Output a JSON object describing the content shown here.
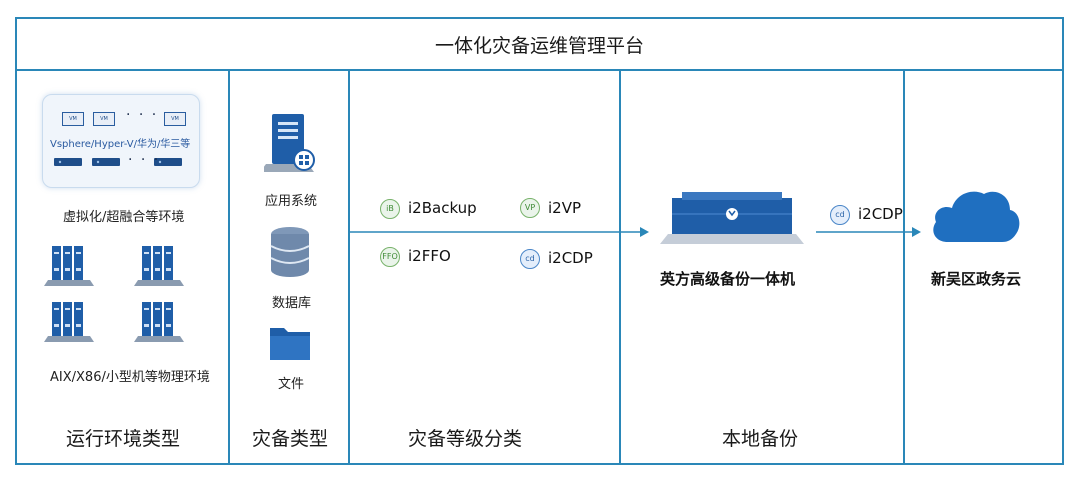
{
  "title": "一体化灾备运维管理平台",
  "columns": {
    "env": {
      "title": "运行环境类型",
      "virtualization_label": "虚拟化/超融合等环境",
      "hypervisor_text": "Vsphere/Hyper-V/华为/华三等",
      "vm_badge": "VM",
      "dots": "· · ·",
      "physical_label": "AIX/X86/小型机等物理环境"
    },
    "dr_type": {
      "title": "灾备类型",
      "items": [
        "应用系统",
        "数据库",
        "文件"
      ]
    },
    "dr_level": {
      "title": "灾备等级分类",
      "products": [
        {
          "name": "i2Backup",
          "icon": "iB"
        },
        {
          "name": "i2VP",
          "icon": "VP"
        },
        {
          "name": "i2FFO",
          "icon": "FFO"
        },
        {
          "name": "i2CDP",
          "icon": "cd"
        }
      ]
    },
    "local": {
      "title": "本地备份",
      "device_label": "英方高级备份一体机",
      "link_product": "i2CDP"
    },
    "cloud": {
      "label": "新吴区政务云"
    }
  },
  "colors": {
    "frame": "#2a87b8",
    "arrow": "#2a87b8",
    "server_blue": "#1f5ea8",
    "cloud_blue": "#1f6fc0"
  }
}
